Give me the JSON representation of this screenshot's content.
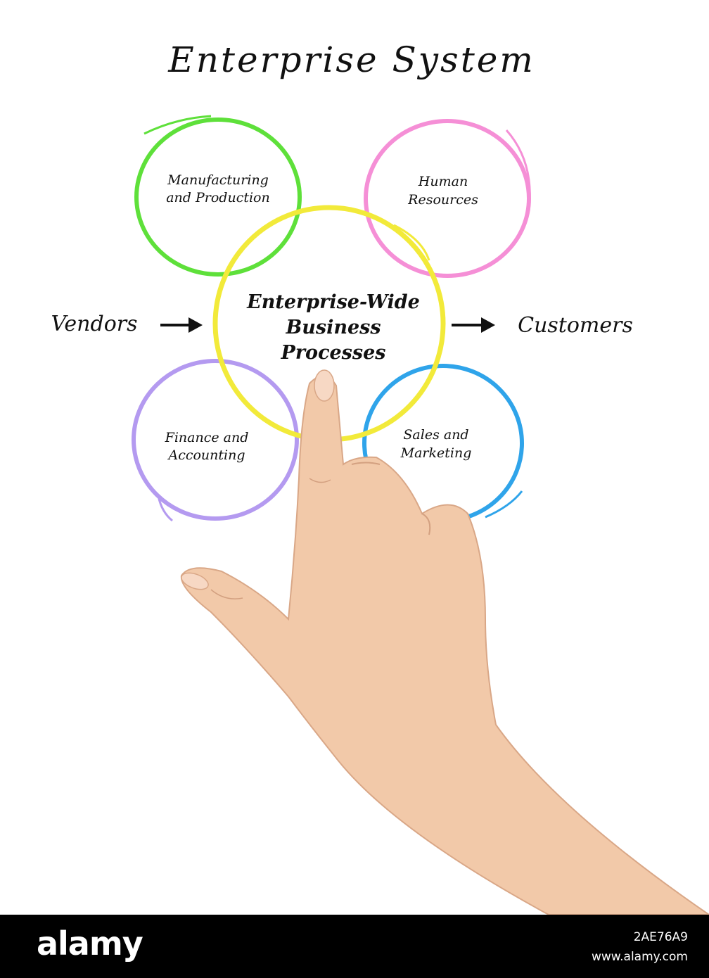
{
  "title": "Enterprise System",
  "center": {
    "lines": [
      "Enterprise-Wide",
      "Business",
      "Processes"
    ],
    "color": "#f2ea3a"
  },
  "circles": [
    {
      "id": "manufacturing",
      "lines": [
        "Manufacturing",
        "and Production"
      ],
      "color": "#5ee03a"
    },
    {
      "id": "hr",
      "lines": [
        "Human",
        "Resources"
      ],
      "color": "#f58fd6"
    },
    {
      "id": "finance",
      "lines": [
        "Finance and",
        "Accounting"
      ],
      "color": "#b49af0"
    },
    {
      "id": "sales",
      "lines": [
        "Sales and",
        "Marketing"
      ],
      "color": "#2fa4ea"
    }
  ],
  "left_label": "Vendors",
  "right_label": "Customers",
  "footer": {
    "logo": "alamy",
    "image_id": "2AE76A9",
    "site": "www.alamy.com"
  }
}
